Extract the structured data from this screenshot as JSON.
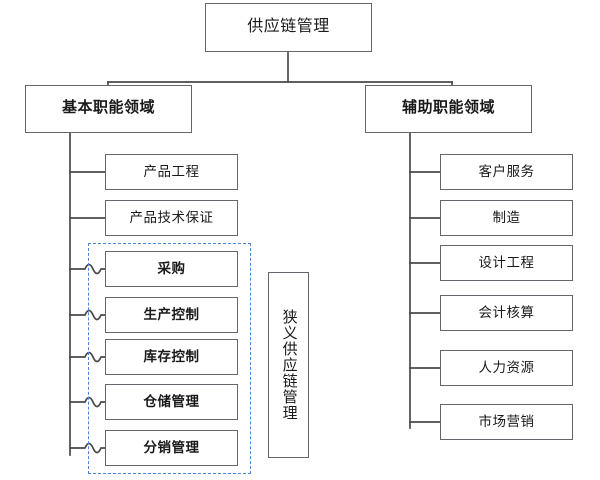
{
  "diagram": {
    "title": "供应链管理",
    "root": {
      "label": "供应链管理"
    },
    "branches": [
      {
        "id": "basic",
        "label": "基本职能领域"
      },
      {
        "id": "auxiliary",
        "label": "辅助职能领域"
      }
    ],
    "basic_functions": [
      {
        "label": "产品工程"
      },
      {
        "label": "产品技术保证"
      },
      {
        "label": "采购"
      },
      {
        "label": "生产控制"
      },
      {
        "label": "库存控制"
      },
      {
        "label": "仓储管理"
      },
      {
        "label": "分销管理"
      }
    ],
    "auxiliary_functions": [
      {
        "label": "客户服务"
      },
      {
        "label": "制造"
      },
      {
        "label": "设计工程"
      },
      {
        "label": "会计核算"
      },
      {
        "label": "人力资源"
      },
      {
        "label": "市场营销"
      }
    ],
    "group_annotation": {
      "label": "狭义供应链管理",
      "orientation": "vertical",
      "covers": [
        "采购",
        "生产控制",
        "库存控制",
        "仓储管理",
        "分销管理"
      ]
    },
    "corner_artifact": "",
    "colors": {
      "box_border": "#63666b",
      "connector": "#4a4a4a",
      "dashed_group": "#4a86d8",
      "text": "#1a1a1a",
      "background": "#ffffff"
    }
  }
}
